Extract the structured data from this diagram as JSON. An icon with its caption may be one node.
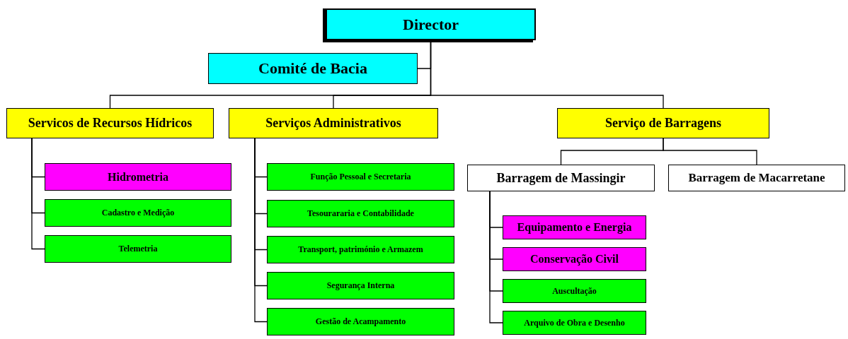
{
  "diagram": {
    "nodes": [
      {
        "text": [
          "Director"
        ]
      },
      {
        "text": [
          "Comité de Bacia"
        ]
      },
      {
        "text": [
          "Servicos de Recursos Hídricos"
        ]
      },
      {
        "text": [
          "Serviços Administrativos"
        ]
      },
      {
        "text": [
          "Serviço de Barragens"
        ]
      },
      {
        "text": [
          "Hidrometria"
        ]
      },
      {
        "text": [
          "Cadastro e Medição"
        ]
      },
      {
        "text": [
          "Telemetria"
        ]
      },
      {
        "text": [
          "Função Pessoal e Secretaria"
        ]
      },
      {
        "text": [
          "Tesourararia e Contabilidade"
        ]
      },
      {
        "text": [
          "Transport, património e Armazem"
        ]
      },
      {
        "text": [
          "Segurança Interna"
        ]
      },
      {
        "text": [
          "Gestão de Acampamento"
        ]
      },
      {
        "text": [
          "Barragem de Massingir"
        ]
      },
      {
        "text": [
          "Barragem de Macarretane"
        ]
      },
      {
        "text": [
          "Equipamento e Energia"
        ]
      },
      {
        "text": [
          "Conservação Civil"
        ]
      },
      {
        "text": [
          "Auscultação"
        ]
      },
      {
        "text": [
          "Arquivo de Obra e Desenho"
        ]
      }
    ],
    "edges": [
      {
        "from": 0,
        "to": 1,
        "arrow": "none"
      },
      {
        "from": 0,
        "to": 2,
        "arrow": "none"
      },
      {
        "from": 0,
        "to": 3,
        "arrow": "none"
      },
      {
        "from": 0,
        "to": 4,
        "arrow": "none"
      },
      {
        "from": 2,
        "to": 5,
        "arrow": "none"
      },
      {
        "from": 2,
        "to": 6,
        "arrow": "none"
      },
      {
        "from": 2,
        "to": 7,
        "arrow": "none"
      },
      {
        "from": 3,
        "to": 8,
        "arrow": "none"
      },
      {
        "from": 3,
        "to": 9,
        "arrow": "none"
      },
      {
        "from": 3,
        "to": 10,
        "arrow": "none"
      },
      {
        "from": 3,
        "to": 11,
        "arrow": "none"
      },
      {
        "from": 3,
        "to": 12,
        "arrow": "none"
      },
      {
        "from": 4,
        "to": 13,
        "arrow": "none"
      },
      {
        "from": 4,
        "to": 14,
        "arrow": "none"
      },
      {
        "from": 13,
        "to": 15,
        "arrow": "none"
      },
      {
        "from": 13,
        "to": 16,
        "arrow": "none"
      },
      {
        "from": 13,
        "to": 17,
        "arrow": "none"
      },
      {
        "from": 13,
        "to": 18,
        "arrow": "none"
      }
    ]
  }
}
